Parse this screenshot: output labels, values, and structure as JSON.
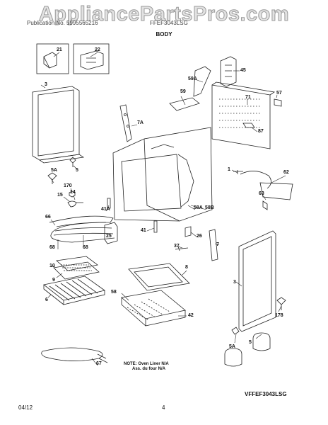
{
  "watermark": "AppliancePartsPros.com",
  "header": {
    "left_text": "Publication No. 5995565216",
    "right_text": "FFEF3043LSG",
    "section_title": "BODY"
  },
  "part_labels": {
    "p21": "21",
    "p22": "22",
    "p45": "45",
    "p59a": "59A",
    "p59": "59",
    "p71": "71",
    "p57": "57",
    "p3a": "3",
    "p7a": "7A",
    "p87": "87",
    "p5": "5",
    "p5a": "5A",
    "p1": "1",
    "p62": "62",
    "p170": "170",
    "p14": "14",
    "p15": "15",
    "p63": "63",
    "p66": "66",
    "p41a": "41A",
    "p58a": "58A",
    "p58b": "58B",
    "p68a": "68",
    "p68b": "68",
    "p25": "25",
    "p41": "41",
    "p26": "26",
    "p7": "7",
    "p37": "37",
    "p10": "10",
    "p9": "9",
    "p8": "8",
    "p6": "6",
    "p58": "58",
    "p3b": "3",
    "p42": "42",
    "p178": "178",
    "p5b": "5",
    "p5ab": "5A",
    "p67": "67"
  },
  "note": {
    "line1": "NOTE: Oven Liner N/A",
    "line2": "Ass. du four N/A"
  },
  "diagram_code": "VFFEF3043LSG",
  "footer": {
    "date": "04/12",
    "page": "4"
  }
}
